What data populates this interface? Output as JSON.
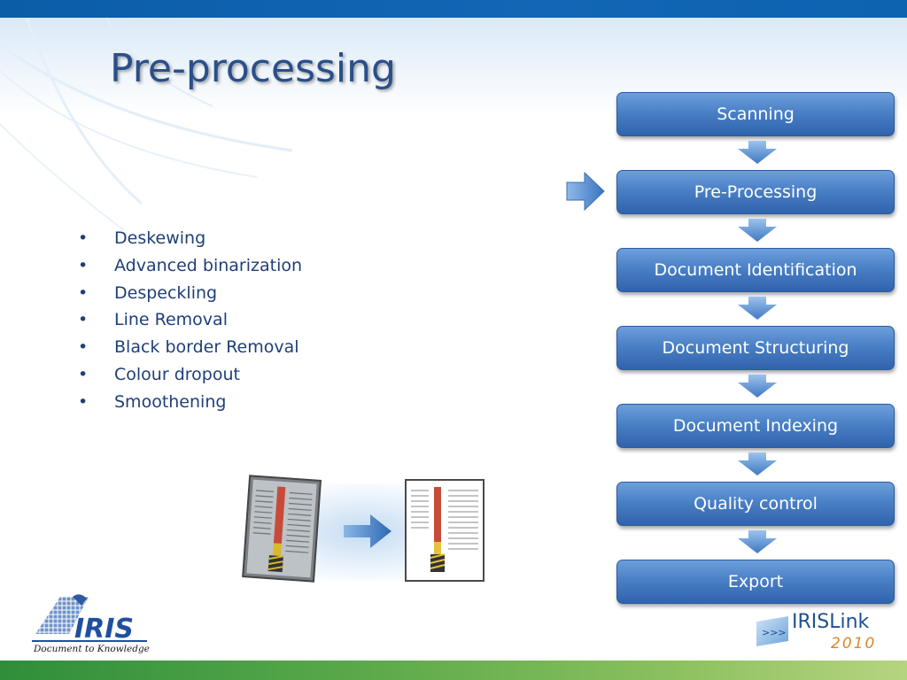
{
  "slide": {
    "title": "Pre-processing",
    "bullets": [
      "Deskewing",
      "Advanced binarization",
      "Despeckling",
      "Line Removal",
      "Black border Removal",
      "Colour dropout",
      "Smoothening"
    ],
    "bullet_symbol": "•"
  },
  "workflow": {
    "steps": [
      "Scanning",
      "Pre-Processing",
      "Document Identification",
      "Document Structuring",
      "Document Indexing",
      "Quality control",
      "Export"
    ],
    "current_step": "Pre-Processing"
  },
  "logos": {
    "iris_name": "IRIS",
    "iris_tagline": "Document to Knowledge",
    "irislink_name": "IRISLink",
    "irislink_year": "2010"
  },
  "colors": {
    "title": "#2a4f8a",
    "bullet_text": "#1f3f78",
    "step_box": "#4a80c6",
    "arrow": "#5b8fd4",
    "top_bar": "#0b5da8",
    "bottom_bar": "#5aa94a",
    "year_accent": "#d9872a"
  }
}
